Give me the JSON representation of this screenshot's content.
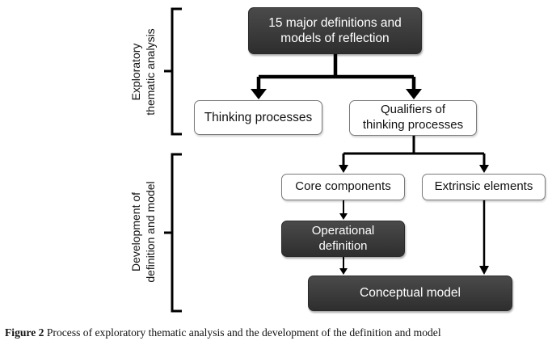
{
  "phases": {
    "exploratory": {
      "line1": "Exploratory",
      "line2": "thematic analysis"
    },
    "development": {
      "line1": "Development of",
      "line2": "definition and model"
    }
  },
  "nodes": {
    "definitions": {
      "line1": "15 major definitions and",
      "line2": "models of reflection"
    },
    "thinking_processes": "Thinking processes",
    "qualifiers": {
      "line1": "Qualifiers of",
      "line2": "thinking processes"
    },
    "core_components": "Core components",
    "extrinsic_elements": "Extrinsic elements",
    "operational_definition": {
      "line1": "Operational",
      "line2": "definition"
    },
    "conceptual_model": "Conceptual model"
  },
  "caption": {
    "label": "Figure 2",
    "text": "Process of exploratory thematic analysis and the development of the definition and model"
  },
  "colors": {
    "dark_box": "#3a3a3a",
    "light_border": "#7a7a7a",
    "line": "#000000"
  }
}
